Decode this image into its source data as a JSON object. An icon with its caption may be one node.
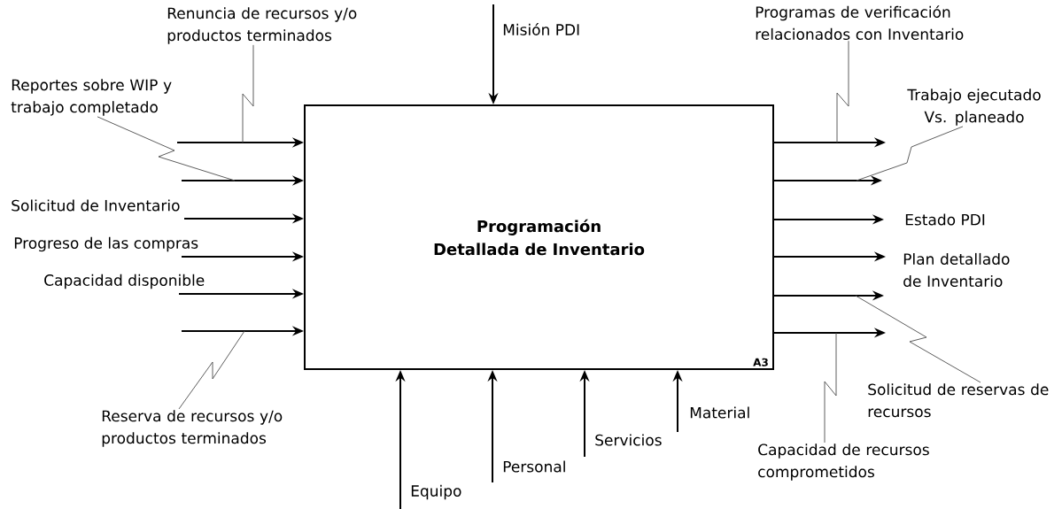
{
  "diagram": {
    "nodes": [
      {
        "text": [
          "Programación Detallada de Inventario",
          "A3"
        ]
      },
      {
        "text": [
          "Renuncia de recursos y/o productos terminados"
        ]
      },
      {
        "text": [
          "Reportes sobre WIP y trabajo completado"
        ]
      },
      {
        "text": [
          "Reserva de recursos y/o productos terminados"
        ]
      },
      {
        "text": [
          "Programas de verificación relacionados con Inventario"
        ]
      },
      {
        "text": [
          "Trabajo ejecutado Vs. planeado"
        ]
      },
      {
        "text": [
          "Solicitud de reservas de recursos"
        ]
      },
      {
        "text": [
          "Capacidad de recursos comprometidos"
        ]
      }
    ],
    "edges": [
      {
        "from": null,
        "to": 0,
        "arrow": "to"
      },
      {
        "from": null,
        "to": 0,
        "arrow": "to"
      },
      {
        "from": null,
        "to": 0,
        "arrow": "to",
        "label": "Solicitud de Inventario"
      },
      {
        "from": null,
        "to": 0,
        "arrow": "to",
        "label": "Progreso de las compras"
      },
      {
        "from": null,
        "to": 0,
        "arrow": "to",
        "label": "Capacidad disponible"
      },
      {
        "from": null,
        "to": 0,
        "arrow": "to"
      },
      {
        "from": null,
        "to": 0,
        "arrow": "to",
        "label": "Misión PDI"
      },
      {
        "from": 0,
        "to": null,
        "arrow": "to"
      },
      {
        "from": 0,
        "to": null,
        "arrow": "to"
      },
      {
        "from": 0,
        "to": null,
        "arrow": "to",
        "label": "Estado PDI"
      },
      {
        "from": 0,
        "to": null,
        "arrow": "to",
        "label": "Plan detallado de Inventario"
      },
      {
        "from": 0,
        "to": null,
        "arrow": "to"
      },
      {
        "from": 0,
        "to": null,
        "arrow": "to"
      },
      {
        "from": null,
        "to": 0,
        "arrow": "to",
        "label": "Equipo"
      },
      {
        "from": null,
        "to": 0,
        "arrow": "to",
        "label": "Personal"
      },
      {
        "from": null,
        "to": 0,
        "arrow": "to",
        "label": "Servicios"
      },
      {
        "from": null,
        "to": 0,
        "arrow": "to",
        "label": "Material"
      },
      {
        "from": 1,
        "to": null,
        "arrow": "none"
      },
      {
        "from": 2,
        "to": null,
        "arrow": "none"
      },
      {
        "from": 3,
        "to": null,
        "arrow": "none"
      },
      {
        "from": 4,
        "to": null,
        "arrow": "none"
      },
      {
        "from": 5,
        "to": null,
        "arrow": "none"
      },
      {
        "from": 6,
        "to": null,
        "arrow": "none"
      },
      {
        "from": 7,
        "to": null,
        "arrow": "none"
      }
    ]
  }
}
